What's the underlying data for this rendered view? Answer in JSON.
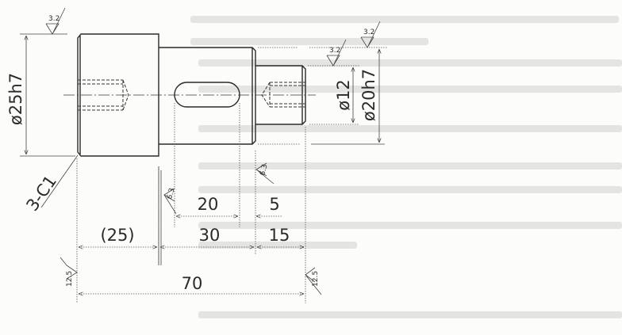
{
  "drawing": {
    "diameters": {
      "left_shaft": "ø25h7",
      "right_pin": "ø12",
      "middle_shaft": "ø20h7"
    },
    "chamfer": "3-C1",
    "dimensions": {
      "keyway_length": "20",
      "keyway_offset": "5",
      "left_length": "(25)",
      "middle_length": "30",
      "right_length": "15",
      "total_length": "70"
    },
    "roughness": {
      "top_left": "3.2",
      "right_pin": "3.2",
      "right_top": "3.2",
      "keyway_left": "6.3",
      "keyway_right": "6.3",
      "left_end": "12.5",
      "right_end": "12.5"
    }
  }
}
